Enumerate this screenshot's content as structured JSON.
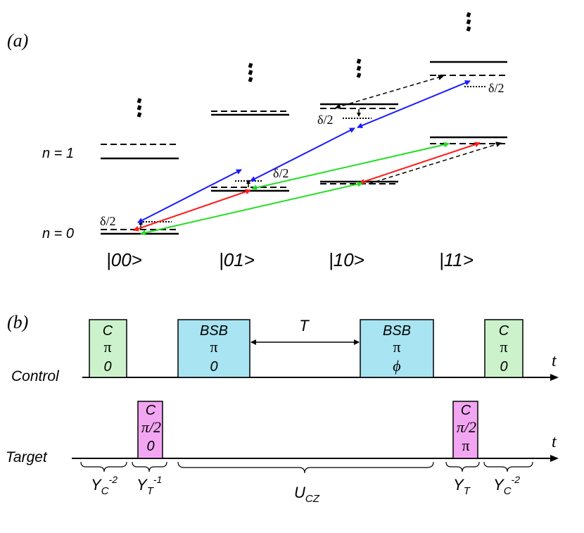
{
  "panel_a": {
    "label": "(a)",
    "n1_label": "n = 1",
    "n0_label": "n = 0",
    "states": [
      "|00>",
      "|01>",
      "|10>",
      "|11>"
    ],
    "delta_labels": [
      "δ/2",
      "δ/2",
      "δ/2",
      "δ/2"
    ],
    "colors": {
      "bsb": "#1a1aff",
      "rsb": "#ff1a1a",
      "carrier": "#22dd22",
      "dashed": "#000000"
    }
  },
  "panel_b": {
    "label": "(b)",
    "control_label": "Control",
    "target_label": "Target",
    "t_axis_label": "t",
    "T_label": "T",
    "control_pulses": [
      {
        "name": "C",
        "area": "π",
        "phase": "0",
        "color": "#ccf2cc"
      },
      {
        "name": "BSB",
        "area": "π",
        "phase": "0",
        "color": "#a8e4f2"
      },
      {
        "name": "BSB",
        "area": "π",
        "phase": "ϕ",
        "color": "#a8e4f2"
      },
      {
        "name": "C",
        "area": "π",
        "phase": "0",
        "color": "#ccf2cc"
      }
    ],
    "target_pulses": [
      {
        "name": "C",
        "area": "π/2",
        "phase": "0",
        "color": "#f2a6f2"
      },
      {
        "name": "C",
        "area": "π/2",
        "phase": "π",
        "color": "#f2a6f2"
      }
    ],
    "braces": [
      "Y",
      "Y",
      "U",
      "Y",
      "Y"
    ],
    "brace_subs": [
      "C",
      "T",
      "CZ",
      "T",
      "C"
    ],
    "brace_sups": [
      "-2",
      "-1",
      "",
      "",
      "-2"
    ]
  }
}
